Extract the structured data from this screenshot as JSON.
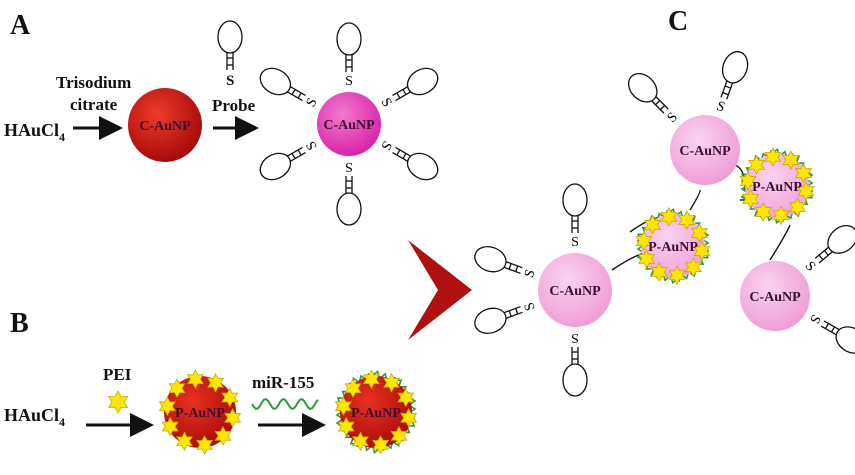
{
  "panels": {
    "a": "A",
    "b": "B",
    "c": "C"
  },
  "reagents": {
    "gold_salt": "HAuCl",
    "gold_salt_subscript": "4",
    "reductant_line1": "Trisodium",
    "reductant_line2": "citrate",
    "probe": "Probe",
    "thiol": "S",
    "polymer": "PEI",
    "target": "miR-155"
  },
  "particles": {
    "citrate_np": "C-AuNP",
    "pei_np": "P-AuNP"
  },
  "colors": {
    "citrate_np": "#c81414",
    "probe_np": "#e63fb8",
    "assembly_np": "#f4b0dc",
    "pei_np": "#c81414",
    "star": "#ffe600",
    "mirna": "#2a9a3a",
    "arrow": "#b01010"
  }
}
